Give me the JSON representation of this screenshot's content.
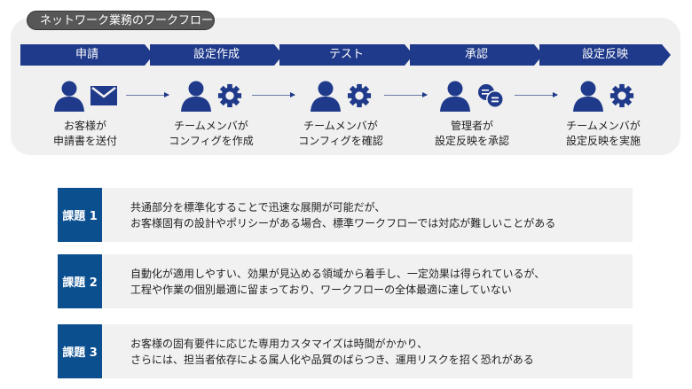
{
  "workflow": {
    "title": "ネットワーク業務のワークフロー",
    "steps": [
      {
        "label": "申請",
        "line1": "お客様が",
        "line2": "申請書を送付",
        "icon2": "mail-icon"
      },
      {
        "label": "設定作成",
        "line1": "チームメンバが",
        "line2": "コンフィグを作成",
        "icon2": "gear-icon"
      },
      {
        "label": "テスト",
        "line1": "チームメンバが",
        "line2": "コンフィグを確認",
        "icon2": "gear-icon"
      },
      {
        "label": "承認",
        "line1": "管理者が",
        "line2": "設定反映を承認",
        "icon2": "chat-icon"
      },
      {
        "label": "設定反映",
        "line1": "チームメンバが",
        "line2": "設定反映を実施",
        "icon2": "gear-icon"
      }
    ]
  },
  "issues": [
    {
      "tag": "課題 1",
      "line1": "共通部分を標準化することで迅速な展開が可能だが、",
      "line2": "お客様固有の設計やポリシーがある場合、標準ワークフローでは対応が難しいことがある"
    },
    {
      "tag": "課題 2",
      "line1": "自動化が適用しやすい、効果が見込める領域から着手し、一定効果は得られているが、",
      "line2": "工程や作業の個別最適に留まっており、ワークフローの全体最適に達していない"
    },
    {
      "tag": "課題 3",
      "line1": "お客様の固有要件に応じた専用カスタマイズは時間がかかり、",
      "line2": "さらには、担当者依存による属人化や品質のばらつき、運用リスクを招く恐れがある"
    }
  ],
  "colors": {
    "navy": "#1f3a8a",
    "tag": "#0b4f8f"
  }
}
